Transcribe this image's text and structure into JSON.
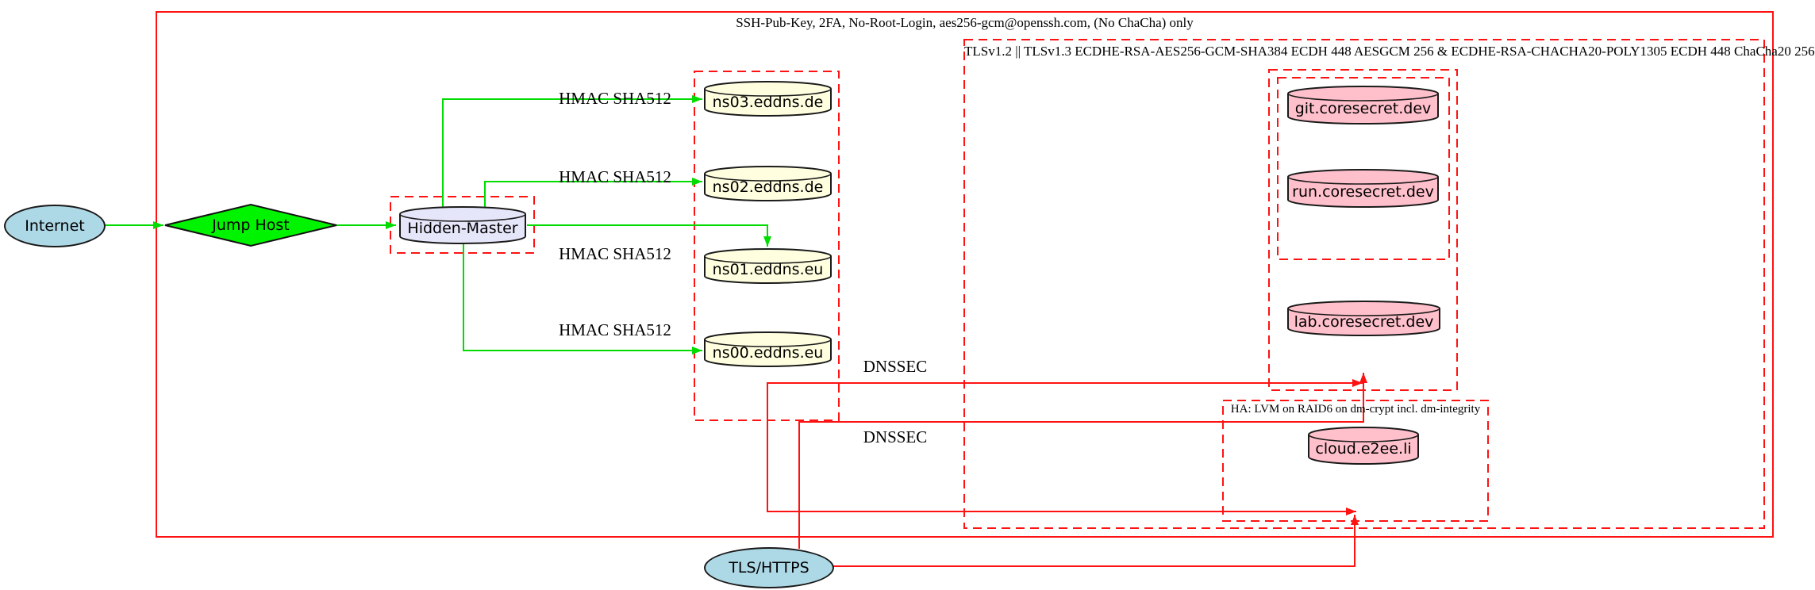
{
  "diagram": {
    "clusters": {
      "ssh": {
        "label": "SSH-Pub-Key, 2FA, No-Root-Login, aes256-gcm@openssh.com, (No ChaCha) only"
      },
      "tls": {
        "label": "TLSv1.2 || TLSv1.3 ECDHE-RSA-AES256-GCM-SHA384 ECDH 448 AESGCM 256 & ECDHE-RSA-CHACHA20-POLY1305 ECDH 448 ChaCha20 256"
      },
      "ha": {
        "label": "HA: LVM on RAID6 on dm-crypt incl. dm-integrity"
      }
    },
    "nodes": {
      "internet": {
        "label": "Internet",
        "shape": "ellipse"
      },
      "jump_host": {
        "label": "Jump Host",
        "shape": "diamond"
      },
      "hidden_master": {
        "label": "Hidden-Master",
        "shape": "cylinder"
      },
      "ns03": {
        "label": "ns03.eddns.de",
        "shape": "cylinder"
      },
      "ns02": {
        "label": "ns02.eddns.de",
        "shape": "cylinder"
      },
      "ns01": {
        "label": "ns01.eddns.eu",
        "shape": "cylinder"
      },
      "ns00": {
        "label": "ns00.eddns.eu",
        "shape": "cylinder"
      },
      "git": {
        "label": "git.coresecret.dev",
        "shape": "cylinder"
      },
      "run": {
        "label": "run.coresecret.dev",
        "shape": "cylinder"
      },
      "lab": {
        "label": "lab.coresecret.dev",
        "shape": "cylinder"
      },
      "cloud": {
        "label": "cloud.e2ee.li",
        "shape": "cylinder"
      },
      "tls_https": {
        "label": "TLS/HTTPS",
        "shape": "ellipse"
      }
    },
    "edge_labels": {
      "hmac_ns03": "HMAC SHA512",
      "hmac_ns02": "HMAC SHA512",
      "hmac_ns01": "HMAC SHA512",
      "hmac_ns00": "HMAC SHA512",
      "dnssec_1": "DNSSEC",
      "dnssec_2": "DNSSEC"
    },
    "colors": {
      "green_edge": "#00dc00",
      "green_node": "#00f400",
      "red": "#ff1212",
      "lightblue": "#add8e6",
      "lavender": "#e6e6fa",
      "lightyellow": "#ffffe0",
      "pink": "#ffc0cb"
    }
  }
}
